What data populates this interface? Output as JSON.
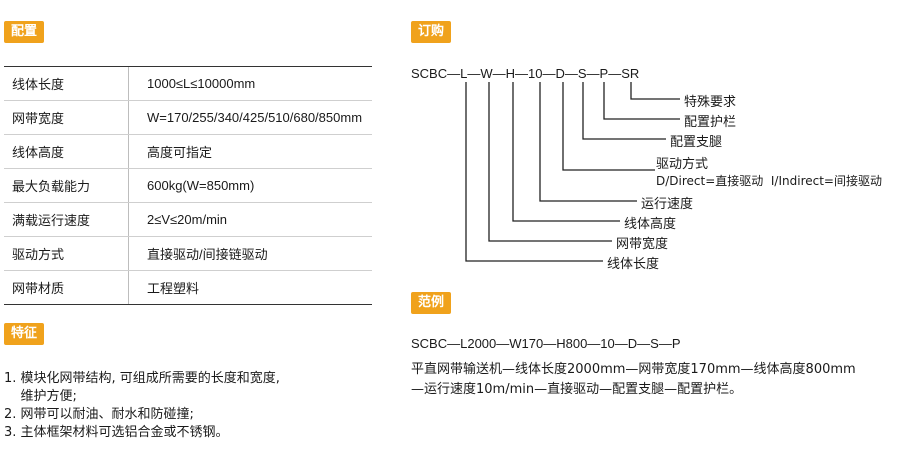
{
  "sections": {
    "config": "配置",
    "features": "特征",
    "order": "订购",
    "example": "范例"
  },
  "spec_rows": [
    {
      "key": "线体长度",
      "value": "1000≤L≤10000mm"
    },
    {
      "key": "网带宽度",
      "value": "W=170/255/340/425/510/680/850mm"
    },
    {
      "key": "线体高度",
      "value": "高度可指定"
    },
    {
      "key": "最大负载能力",
      "value": "600kg(W=850mm)"
    },
    {
      "key": "满载运行速度",
      "value": "2≤V≤20m/min"
    },
    {
      "key": "驱动方式",
      "value": "直接驱动/间接链驱动"
    },
    {
      "key": "网带材质",
      "value": "工程塑料"
    }
  ],
  "features": [
    "1. 模块化网带结构, 可组成所需要的长度和宽度,",
    "    维护方便;",
    "2. 网带可以耐油、耐水和防碰撞;",
    "3. 主体框架材料可选铝合金或不锈钢。"
  ],
  "order_code": "SCBC—L—W—H—10—D—S—P—SR",
  "order_labels": [
    "特殊要求",
    "配置护栏",
    "配置支腿",
    "驱动方式",
    "D/Direct=直接驱动  I/Indirect=间接驱动",
    "运行速度",
    "线体高度",
    "网带宽度",
    "线体长度"
  ],
  "example_lines": [
    "SCBC—L2000—W170—H800—10—D—S—P",
    "平直网带输送机—线体长度2000mm—网带宽度170mm—线体高度800mm",
    "—运行速度10m/min—直接驱动—配置支腿—配置护栏。"
  ]
}
